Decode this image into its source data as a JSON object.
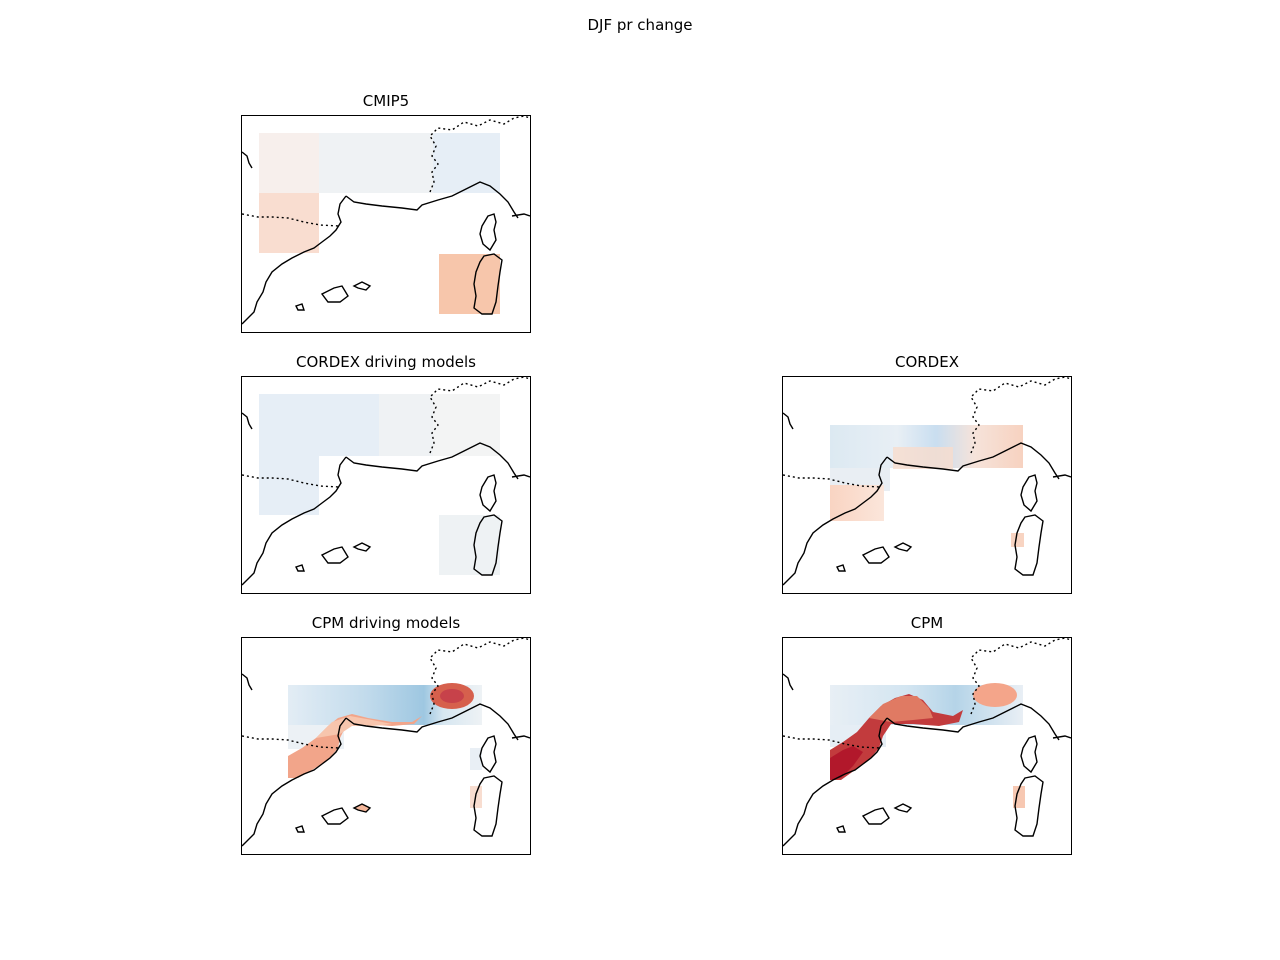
{
  "figure": {
    "title": "DJF pr change"
  },
  "panels": [
    {
      "key": "cmip5",
      "title": "CMIP5"
    },
    {
      "key": "cordex_driving",
      "title": "CORDEX driving models"
    },
    {
      "key": "cordex",
      "title": "CORDEX"
    },
    {
      "key": "cpm_driving",
      "title": "CPM driving models"
    },
    {
      "key": "cpm",
      "title": "CPM"
    }
  ],
  "colors": {
    "colormap": "RdBu",
    "coastline": "#000000",
    "border": "#000000"
  }
}
